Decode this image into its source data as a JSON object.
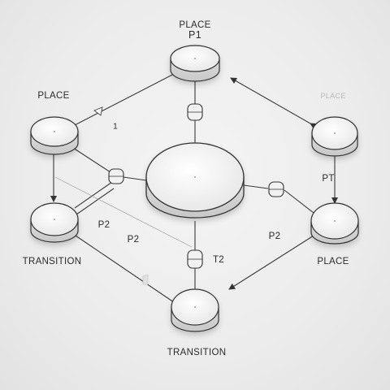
{
  "diagram": {
    "labels": {
      "top_place_line1": "PLACE",
      "top_place_line2": "P1",
      "left_place": "PLACE",
      "left_mark": "1",
      "right_place_faint": "PLACE",
      "right_pt": "PT",
      "p2_left_inner": "P2",
      "p2_left": "P2",
      "p2_right": "P2",
      "t2": "T2",
      "transition_left": "TRANSITION",
      "place_right": "PLACE",
      "transition_bottom": "TRANSITION"
    }
  }
}
